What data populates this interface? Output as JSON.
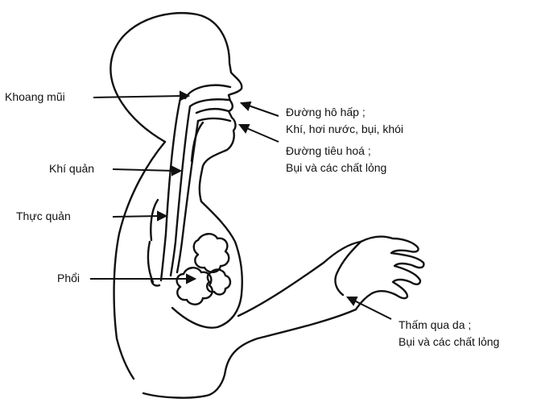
{
  "colors": {
    "ink": "#111111",
    "background": "#ffffff"
  },
  "labels": {
    "left": {
      "nasal_cavity": "Khoang mũi",
      "trachea": "Khí quản",
      "esophagus": "Thực quản",
      "lungs": "Phổi"
    },
    "right": {
      "respiratory_route": "Đường hô hấp ;",
      "respiratory_agents": "Khí, hơi nước, bụi, khói",
      "digestive_route": "Đường tiêu hoá ;",
      "digestive_agents": "Bụi và các chất lỏng",
      "skin_route": "Thấm qua da ;",
      "skin_agents": "Bụi và các chất lỏng"
    }
  }
}
